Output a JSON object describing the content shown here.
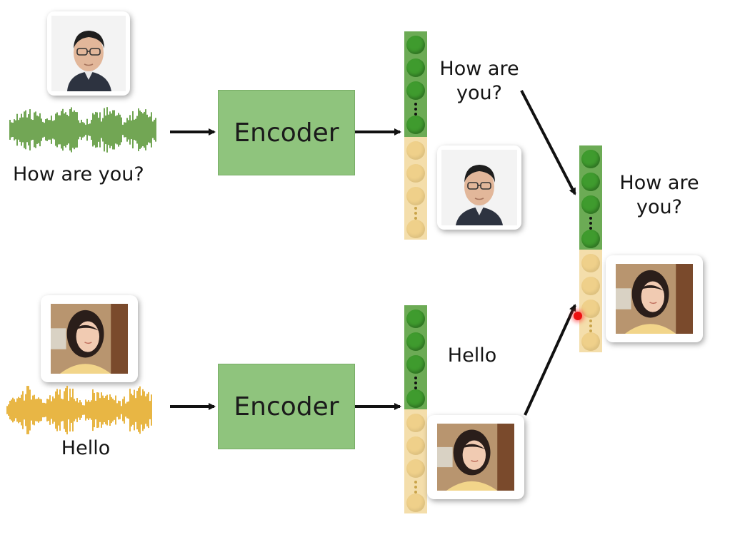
{
  "speakers": {
    "top_utterance": "How are you?",
    "bottom_utterance": "Hello"
  },
  "encoders": {
    "top_label": "Encoder",
    "bottom_label": "Encoder"
  },
  "vector_labels": {
    "top_content": "How are you?",
    "bottom_content": "Hello",
    "combined_content": "How are you?"
  },
  "colors": {
    "male_wave": "#4f8f2a",
    "female_wave": "#e3a316",
    "content_vector": "#6cab55",
    "speaker_vector": "#f4deab",
    "encoder_fill": "#8fc47d"
  },
  "icons": [
    "male-speaker-photo",
    "female-speaker-photo",
    "waveform-icon",
    "arrow-icon",
    "cursor-dot-icon"
  ]
}
